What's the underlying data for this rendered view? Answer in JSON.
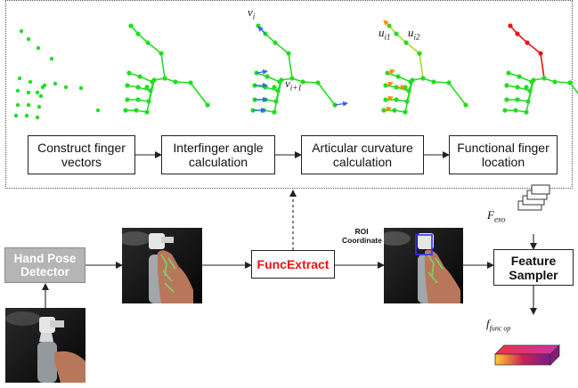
{
  "steps": [
    "Construct finger vectors",
    "Interfinger angle calculation",
    "Articular curvature calculation",
    "Functional finger location"
  ],
  "hand_pose_detector": "Hand Pose Detector",
  "func_extract": "FuncExtract",
  "roi_label": "ROI Coordinate",
  "feature_sampler": "Feature Sampler",
  "math": {
    "v_i": "v",
    "v_i_sub": "i",
    "v_i1": "v",
    "v_i1_sub": "i+1",
    "u_i1": "u",
    "u_i1_sub": "i1",
    "u_i2": "u",
    "u_i2_sub": "i2",
    "f_exo": "F",
    "f_exo_sub": "exo",
    "f_func": "f",
    "f_func_sub": "func op"
  },
  "colors": {
    "skeleton_green": "#22dd22",
    "highlight_red": "#ee1111",
    "vector_blue": "#3366ee",
    "vector_orange": "#ff8800",
    "func_extract_text": "#ee1111",
    "detector_box": "#b5b5b5",
    "roi_box": "#3333ff"
  }
}
